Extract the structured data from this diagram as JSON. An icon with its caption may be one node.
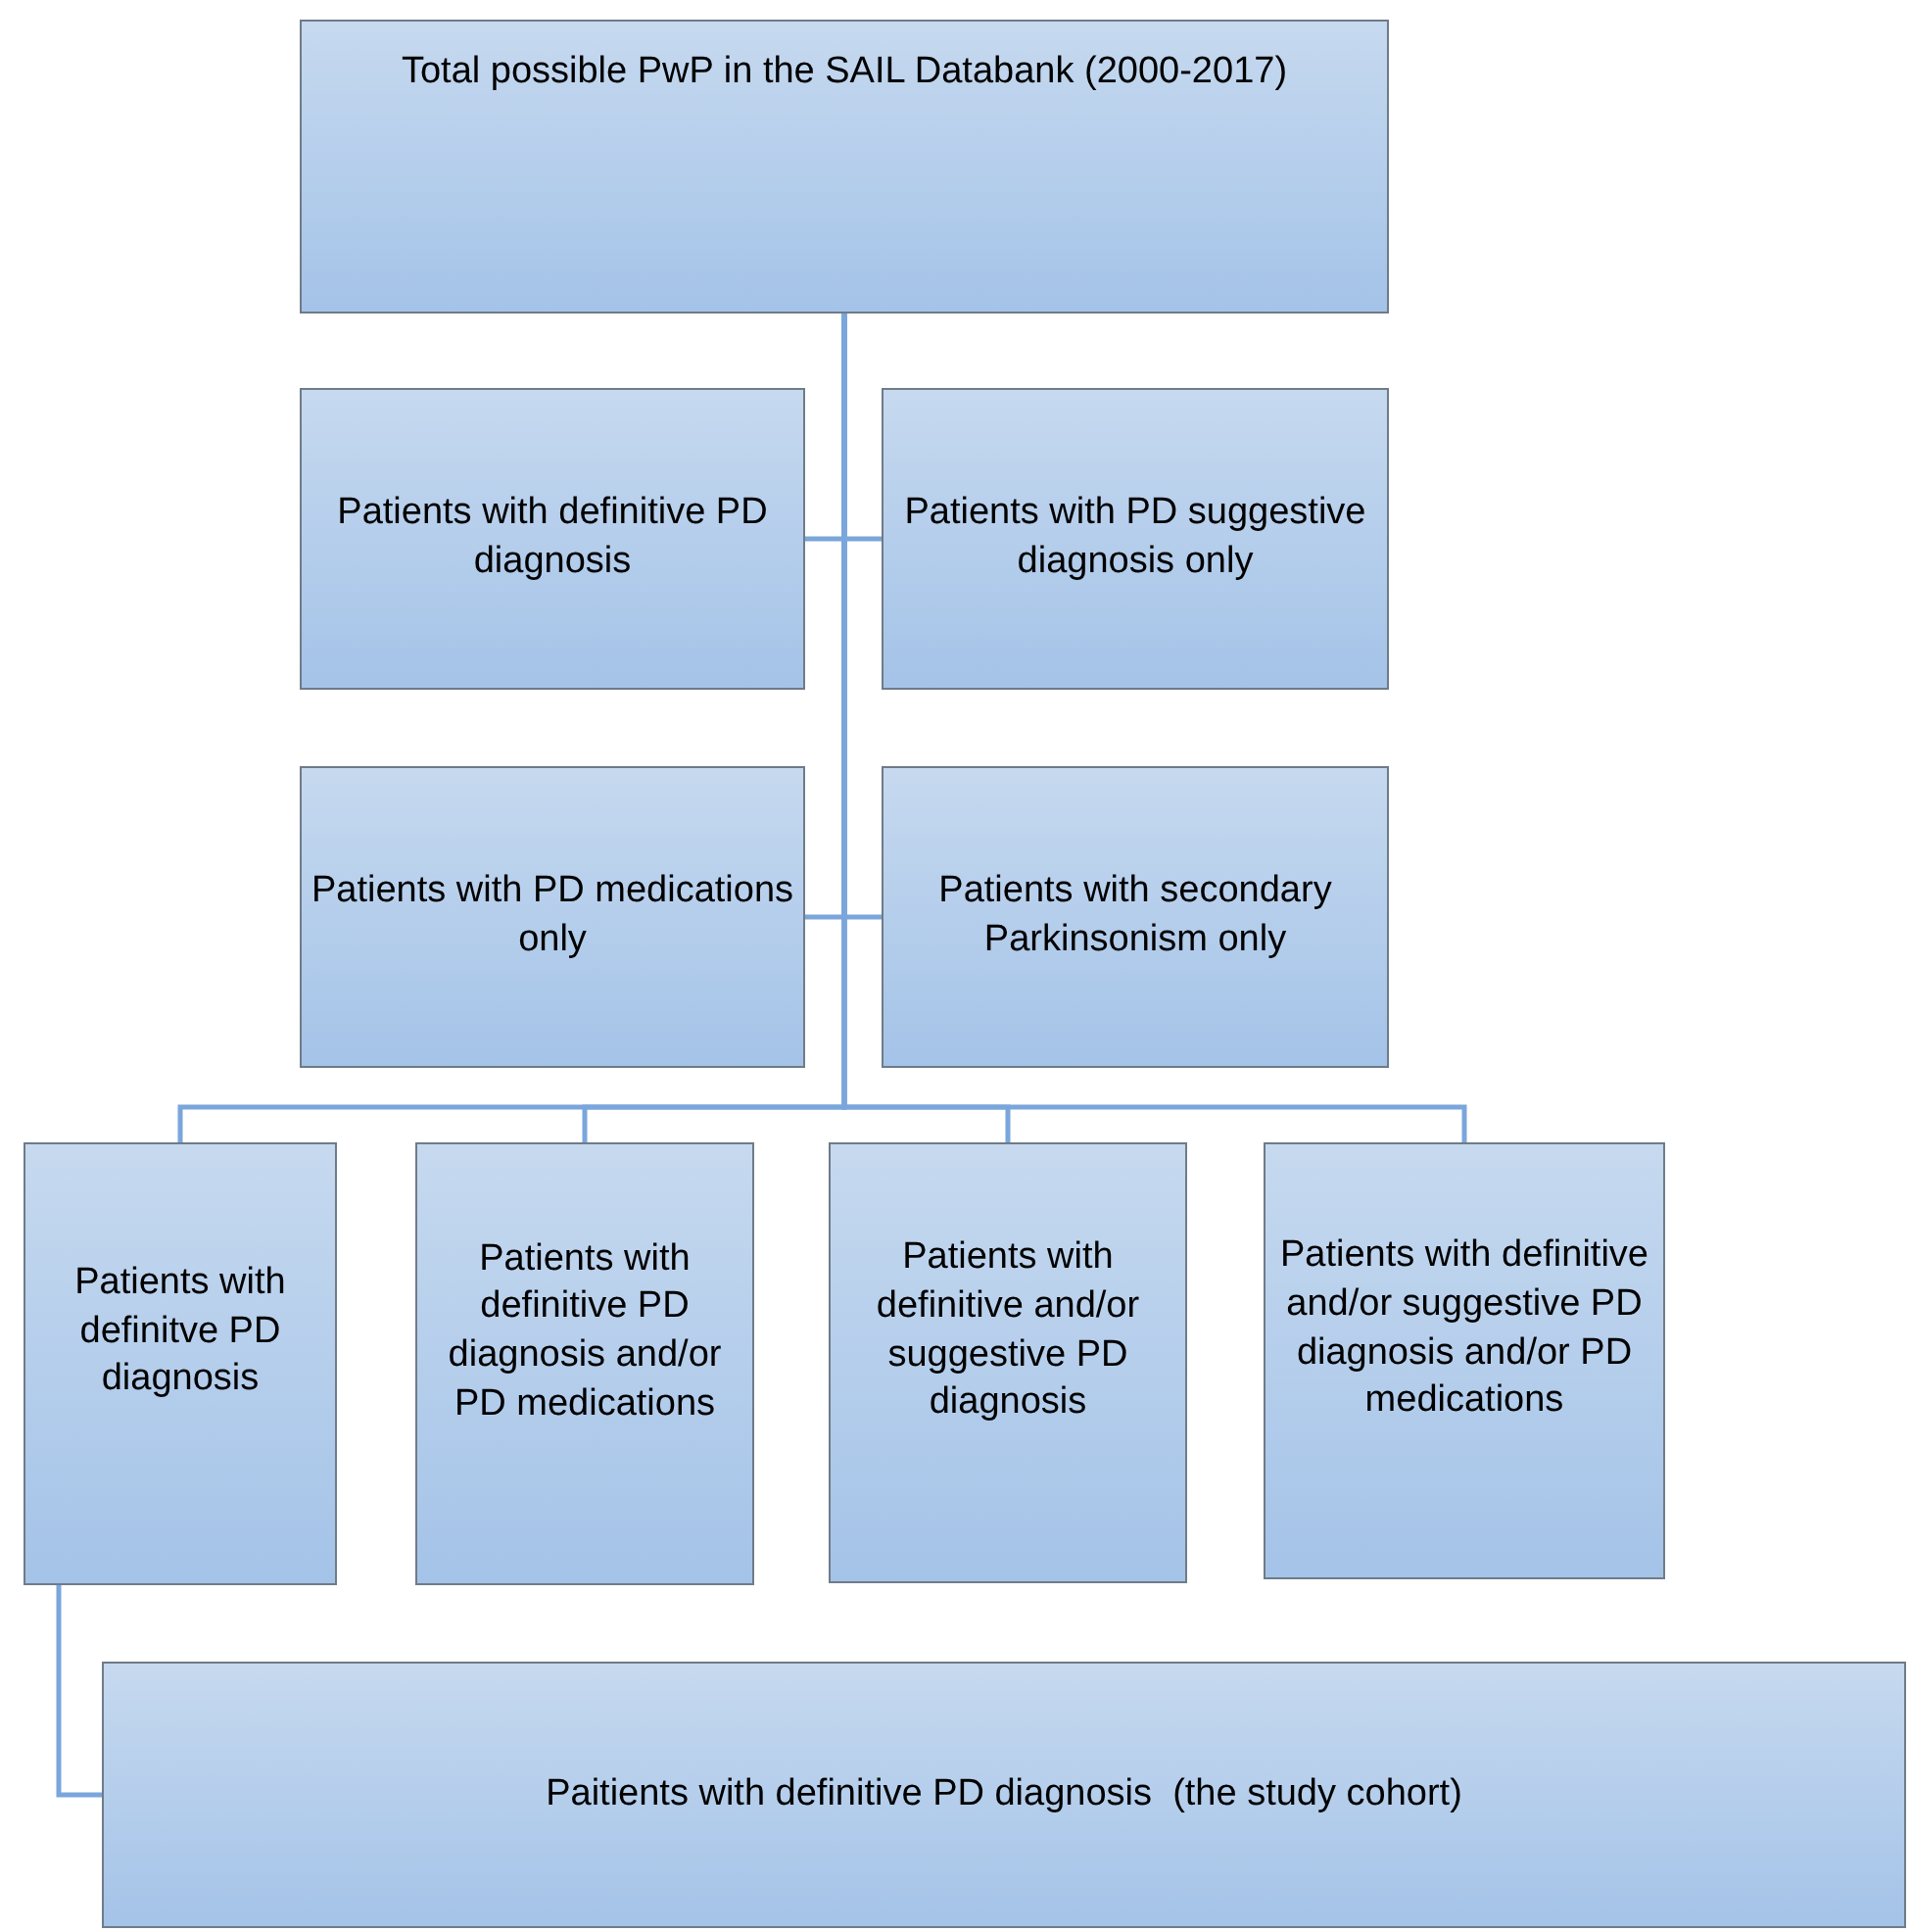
{
  "diagram": {
    "nodes": [
      {
        "text": [
          "Total possible PwP in the SAIL Databank (2000-2017)"
        ]
      },
      {
        "text": [
          "Patients with definitive PD diagnosis"
        ]
      },
      {
        "text": [
          "Patients with PD suggestive diagnosis only"
        ]
      },
      {
        "text": [
          "Patients with PD medications only"
        ]
      },
      {
        "text": [
          "Patients with secondary Parkinsonism only"
        ]
      },
      {
        "text": [
          "Patients with definitve PD diagnosis"
        ]
      },
      {
        "text": [
          "Patients with definitive PD diagnosis and/or PD medications"
        ]
      },
      {
        "text": [
          "Patients with definitive and/or suggestive PD diagnosis"
        ]
      },
      {
        "text": [
          "Patients with definitive and/or suggestive PD diagnosis and/or PD medications"
        ]
      },
      {
        "text": [
          "Paitients with definitive PD diagnosis  (the study cohort)"
        ]
      }
    ],
    "edges": [
      {
        "from": 0,
        "to": 1,
        "arrow": "none"
      },
      {
        "from": 0,
        "to": 2,
        "arrow": "none"
      },
      {
        "from": 0,
        "to": 3,
        "arrow": "none"
      },
      {
        "from": 0,
        "to": 4,
        "arrow": "none"
      },
      {
        "from": 0,
        "to": 5,
        "arrow": "none"
      },
      {
        "from": 0,
        "to": 6,
        "arrow": "none"
      },
      {
        "from": 0,
        "to": 7,
        "arrow": "none"
      },
      {
        "from": 0,
        "to": 8,
        "arrow": "none"
      },
      {
        "from": 5,
        "to": 9,
        "arrow": "none"
      }
    ]
  }
}
